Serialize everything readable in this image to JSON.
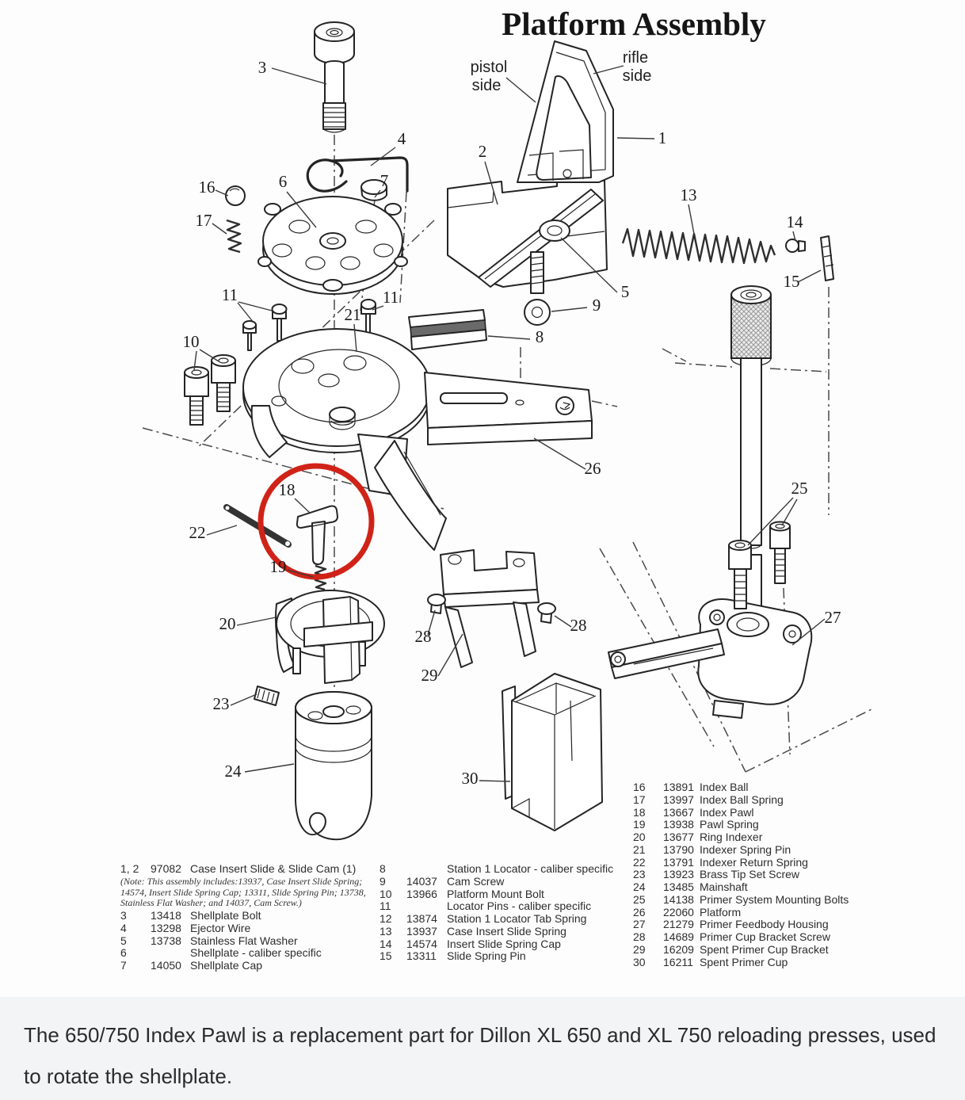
{
  "title": "Platform Assembly",
  "diagram": {
    "side_labels": {
      "pistol_line1": "pistol",
      "pistol_line2": "side",
      "rifle_line1": "rifle",
      "rifle_line2": "side"
    },
    "highlight_color": "#d02318",
    "callouts": {
      "c1": "1",
      "c2": "2",
      "c3": "3",
      "c4": "4",
      "c5": "5",
      "c6": "6",
      "c7": "7",
      "c8": "8",
      "c9": "9",
      "c10": "10",
      "c11a": "11",
      "c11b": "11",
      "c13": "13",
      "c14": "14",
      "c15": "15",
      "c16": "16",
      "c17": "17",
      "c18": "18",
      "c19": "19",
      "c20": "20",
      "c21": "21",
      "c22": "22",
      "c23": "23",
      "c24": "24",
      "c25": "25",
      "c26": "26",
      "c27": "27",
      "c28a": "28",
      "c28b": "28",
      "c29": "29",
      "c30": "30"
    }
  },
  "parts_list": {
    "left": {
      "first_row": {
        "num": "1, 2",
        "part": "97082",
        "desc": "Case Insert Slide & Slide Cam (1)"
      },
      "note": "(Note: This assembly includes:13937, Case Insert Slide Spring; 14574, Insert Slide Spring Cap; 13311, Slide Spring Pin; 13738, Stainless Flat Washer; and 14037, Cam Screw.)",
      "rows": [
        {
          "num": "3",
          "part": "13418",
          "desc": "Shellplate Bolt"
        },
        {
          "num": "4",
          "part": "13298",
          "desc": "Ejector Wire"
        },
        {
          "num": "5",
          "part": "13738",
          "desc": "Stainless Flat Washer"
        },
        {
          "num": "6",
          "part": "",
          "desc": "Shellplate - caliber specific"
        },
        {
          "num": "7",
          "part": "14050",
          "desc": "Shellplate Cap"
        }
      ]
    },
    "middle": {
      "rows": [
        {
          "num": "8",
          "part": "",
          "desc": "Station 1 Locator - caliber specific"
        },
        {
          "num": "9",
          "part": "14037",
          "desc": "Cam Screw"
        },
        {
          "num": "10",
          "part": "13966",
          "desc": "Platform Mount Bolt"
        },
        {
          "num": "11",
          "part": "",
          "desc": "Locator Pins  - caliber specific"
        },
        {
          "num": "12",
          "part": "13874",
          "desc": "Station 1 Locator Tab Spring"
        },
        {
          "num": "13",
          "part": "13937",
          "desc": "Case Insert Slide Spring"
        },
        {
          "num": "14",
          "part": "14574",
          "desc": "Insert Slide Spring Cap"
        },
        {
          "num": "15",
          "part": "13311",
          "desc": "Slide Spring Pin"
        }
      ]
    },
    "right": {
      "rows": [
        {
          "num": "16",
          "part": "13891",
          "desc": "Index Ball"
        },
        {
          "num": "17",
          "part": "13997",
          "desc": "Index Ball Spring"
        },
        {
          "num": "18",
          "part": "13667",
          "desc": "Index Pawl"
        },
        {
          "num": "19",
          "part": "13938",
          "desc": "Pawl Spring"
        },
        {
          "num": "20",
          "part": "13677",
          "desc": "Ring Indexer"
        },
        {
          "num": "21",
          "part": "13790",
          "desc": "Indexer Spring Pin"
        },
        {
          "num": "22",
          "part": "13791",
          "desc": "Indexer Return Spring"
        },
        {
          "num": "23",
          "part": "13923",
          "desc": "Brass Tip Set Screw"
        },
        {
          "num": "24",
          "part": "13485",
          "desc": "Mainshaft"
        },
        {
          "num": "25",
          "part": "14138",
          "desc": "Primer System Mounting Bolts"
        },
        {
          "num": "26",
          "part": "22060",
          "desc": "Platform"
        },
        {
          "num": "27",
          "part": "21279",
          "desc": "Primer Feedbody Housing"
        },
        {
          "num": "28",
          "part": "14689",
          "desc": "Primer Cup Bracket Screw"
        },
        {
          "num": "29",
          "part": "16209",
          "desc": "Spent Primer Cup Bracket"
        },
        {
          "num": "30",
          "part": "16211",
          "desc": "Spent Primer Cup"
        }
      ]
    }
  },
  "caption": "The 650/750 Index Pawl is a replacement part for Dillon XL 650 and XL 750 reloading presses, used to rotate the shellplate."
}
